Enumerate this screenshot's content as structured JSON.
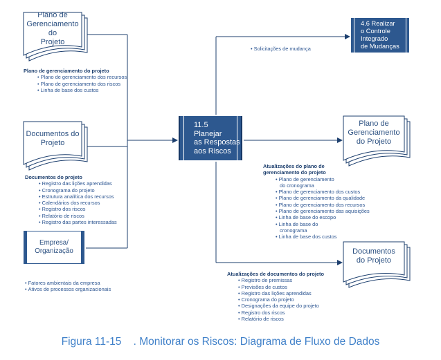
{
  "process": {
    "number": "11.5",
    "title_lines": [
      "Planejar",
      "as Respostas",
      "aos Riscos"
    ]
  },
  "inputs": {
    "plan_doc": {
      "lines": [
        "Plano de",
        "Gerenciamento do",
        "Projeto"
      ]
    },
    "plan_annotation": {
      "heading": "Plano de gerenciamento do projeto",
      "items": [
        "Plano de gerenciamento dos recursos",
        "Plano de gerenciamento dos riscos",
        "Linha de base dos custos"
      ]
    },
    "docs_doc": {
      "lines": [
        "Documentos do",
        "Projeto"
      ]
    },
    "docs_annotation": {
      "heading": "Documentos do projeto",
      "items": [
        "Registro das lições aprendidas",
        "Cronograma do projeto",
        "Estrutura analítica dos recursos",
        "Calendários dos recursos",
        "Registro dos riscos",
        "Relatório de riscos",
        "Registro das partes interessadas"
      ]
    },
    "org": {
      "lines": [
        "Empresa/",
        "Organização"
      ]
    },
    "org_annotation": {
      "items": [
        "Fatores ambientais da empresa",
        "Ativos de processos organizacionais"
      ]
    }
  },
  "outputs": {
    "change_target": {
      "lines": [
        "4.6 Realizar",
        "o Controle",
        "Integrado",
        "de Mudanças"
      ]
    },
    "change_label": "Solicitações de mudança",
    "plan_doc": {
      "lines": [
        "Plano de",
        "Gerenciamento",
        "do Projeto"
      ]
    },
    "plan_annotation": {
      "heading_lines": [
        "Atualizações do plano de",
        "gerenciamento do projeto"
      ],
      "items": [
        [
          "Plano de gerenciamento",
          "do cronograma"
        ],
        [
          "Plano de gerenciamento dos custos"
        ],
        [
          "Plano de gerenciamento da qualidade"
        ],
        [
          "Plano de gerenciamento dos recursos"
        ],
        [
          "Plano de gerenciamento das aquisições"
        ],
        [
          "Linha de base do escopo"
        ],
        [
          "Linha de base do",
          "cronograma"
        ],
        [
          "Linha de base dos custos"
        ]
      ]
    },
    "docs_doc": {
      "lines": [
        "Documentos",
        "do Projeto"
      ]
    },
    "docs_annotation": {
      "heading": "Atualizações de documentos do projeto",
      "items": [
        "Registro de premissas",
        "Previsões de custos",
        "Registro das lições aprendidas",
        "Cronograma do projeto",
        "Designações da equipe do projeto",
        "Registro dos riscos",
        "Relatório de riscos"
      ]
    }
  },
  "caption": "Figura 11-15    . Monitorar os Riscos: Diagrama de Fluxo de Dados",
  "colors": {
    "box_blue": "#2d588f",
    "line_blue": "#1d3f6e",
    "caption_blue": "#3f80c9"
  }
}
